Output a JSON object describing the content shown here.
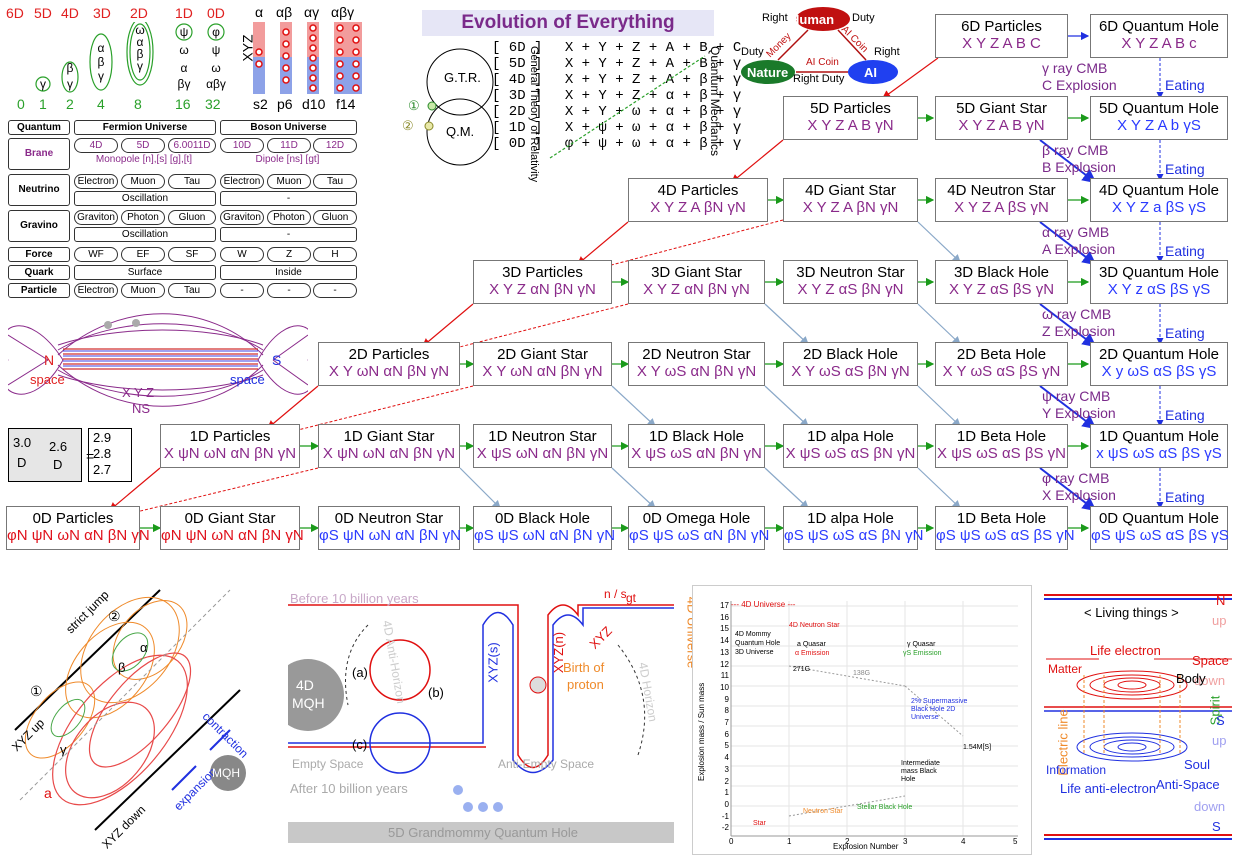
{
  "title": "Evolution of Everything",
  "dimensions": {
    "header": [
      "6D",
      "5D",
      "4D",
      "3D",
      "2D",
      "1D",
      "0D"
    ],
    "counts": [
      "0",
      "1",
      "2",
      "4",
      "8",
      "16",
      "32"
    ],
    "greek": [
      "α",
      "αβ",
      "αγ",
      "αβγ"
    ],
    "xyz": "XYZ",
    "orbitals": [
      "s2",
      "p6",
      "d10",
      "f14"
    ]
  },
  "venn": {
    "gtr": "G.T.R.",
    "qm": "Q.M.",
    "n1": "①",
    "n2": "②",
    "left_caption": "General Theory of Relativity",
    "right_caption": "Quantum Mechanics"
  },
  "equations": [
    {
      "d": "[ 6D ]",
      "e": "X + Y + Z + A + B + C"
    },
    {
      "d": "[ 5D ]",
      "e": "X + Y + Z + A + B + γ"
    },
    {
      "d": "[ 4D ]",
      "e": "X + Y + Z + A + β + γ"
    },
    {
      "d": "[ 3D ]",
      "e": "X + Y + Z + α + β + γ"
    },
    {
      "d": "[ 2D ]",
      "e": "X + Y + ω + α + β + γ"
    },
    {
      "d": "[ 1D ]",
      "e": "X + ψ + ω + α + β + γ"
    },
    {
      "d": "[ 0D ]",
      "e": "φ + ψ + ω + α + β + γ"
    }
  ],
  "hna": {
    "human": "Human",
    "nature": "Nature",
    "ai": "AI",
    "right1": "Right",
    "duty1": "Duty",
    "duty2": "Duty",
    "right2": "Right",
    "money": "Money",
    "aicoin1": "AI Coin",
    "aicoin2": "AI Coin",
    "rightduty": "Right Duty"
  },
  "table": {
    "heads": [
      "Quantum",
      "Fermion Universe",
      "Boson Universe"
    ],
    "rows": [
      {
        "label": "Brane",
        "f": [
          "4D",
          "5D",
          "6.0011D"
        ],
        "fsub": "Monopole [n],[s] [g],[t]",
        "b": [
          "10D",
          "11D",
          "12D"
        ],
        "bsub": "Dipole [ns] [gt]"
      },
      {
        "label": "Neutrino",
        "f": [
          "Electron",
          "Muon",
          "Tau"
        ],
        "fsub": "Oscillation",
        "b": [
          "Electron",
          "Muon",
          "Tau"
        ],
        "bsub": "-"
      },
      {
        "label": "Gravino",
        "f": [
          "Graviton",
          "Photon",
          "Gluon"
        ],
        "fsub": "Oscillation",
        "b": [
          "Graviton",
          "Photon",
          "Gluon"
        ],
        "bsub": "-"
      },
      {
        "label": "Force",
        "f": [
          "WF",
          "EF",
          "SF"
        ],
        "b": [
          "W",
          "Z",
          "H"
        ]
      },
      {
        "label": "Quark",
        "fsub": "Surface",
        "bsub": "Inside"
      },
      {
        "label": "Particle",
        "f": [
          "Electron",
          "Muon",
          "Tau"
        ],
        "b": [
          "-",
          "-",
          "-"
        ]
      }
    ]
  },
  "magnet": {
    "n": "N",
    "s": "S",
    "space_l": "space",
    "space_r": "space",
    "xyz": "X Y Z",
    "ns": "NS"
  },
  "dims_box": {
    "a": "3.0",
    "b": "D",
    "c": "2.6",
    "d": "D",
    "v1": "2.9",
    "v2": "2.8",
    "v3": "2.7",
    "eq": "="
  },
  "grid": {
    "cmb": [
      {
        "ray": "γ ray CMB",
        "exp": "C Explosion"
      },
      {
        "ray": "β ray CMB",
        "exp": "B Explosion"
      },
      {
        "ray": "α ray GMB",
        "exp": "A Explosion"
      },
      {
        "ray": "ω ray CMB",
        "exp": "Z Explosion"
      },
      {
        "ray": "ψ ray CMB",
        "exp": "Y Explosion"
      },
      {
        "ray": "φ ray CMB",
        "exp": "X Explosion"
      }
    ],
    "eating": "Eating",
    "rows": [
      [
        {
          "t": "6D Particles",
          "f": "X Y Z A B C"
        },
        {
          "t": "6D Quantum Hole",
          "f": "X Y Z A B c",
          "c": "blue"
        }
      ],
      [
        {
          "t": "5D Particles",
          "f": "X Y Z A B γN"
        },
        {
          "t": "5D Giant Star",
          "f": "X Y Z A B γN"
        },
        {
          "t": "5D Quantum Hole",
          "f": "X Y Z A b γS",
          "c": "blue"
        }
      ],
      [
        {
          "t": "4D Particles",
          "f": "X Y Z A βN γN"
        },
        {
          "t": "4D Giant Star",
          "f": "X Y Z A βN γN"
        },
        {
          "t": "4D Neutron Star",
          "f": "X Y Z A βS γN"
        },
        {
          "t": "4D Quantum Hole",
          "f": "X Y Z a βS γS",
          "c": "blue"
        }
      ],
      [
        {
          "t": "3D Particles",
          "f": "X Y Z αN βN γN"
        },
        {
          "t": "3D Giant Star",
          "f": "X Y Z αN βN γN"
        },
        {
          "t": "3D Neutron Star",
          "f": "X Y Z αS βN γN"
        },
        {
          "t": "3D Black Hole",
          "f": "X Y Z αS βS γN"
        },
        {
          "t": "3D Quantum Hole",
          "f": "X Y z αS βS γS",
          "c": "blue"
        }
      ],
      [
        {
          "t": "2D Particles",
          "f": "X Y ωN αN βN γN"
        },
        {
          "t": "2D Giant Star",
          "f": "X Y ωN αN βN γN"
        },
        {
          "t": "2D Neutron Star",
          "f": "X Y ωS αN βN γN"
        },
        {
          "t": "2D Black Hole",
          "f": "X Y ωS αS βN γN"
        },
        {
          "t": "2D Beta Hole",
          "f": "X Y ωS αS βS γN"
        },
        {
          "t": "2D Quantum Hole",
          "f": "X y ωS αS βS γS",
          "c": "blue"
        }
      ],
      [
        {
          "t": "1D Particles",
          "f": "X ψN ωN αN βN γN"
        },
        {
          "t": "1D Giant Star",
          "f": "X ψN ωN αN βN γN"
        },
        {
          "t": "1D Neutron Star",
          "f": "X ψS ωN αN βN γN"
        },
        {
          "t": "1D Black Hole",
          "f": "X ψS ωS αN βN γN"
        },
        {
          "t": "1D alpa Hole",
          "f": "X ψS ωS αS βN γN"
        },
        {
          "t": "1D Beta Hole",
          "f": "X ψS ωS αS βS γN"
        },
        {
          "t": "1D Quantum Hole",
          "f": "x ψS ωS αS βS γS",
          "c": "blue"
        }
      ],
      [
        {
          "t": "0D Particles",
          "f": "φN ψN ωN αN βN γN",
          "c": "red"
        },
        {
          "t": "0D Giant Star",
          "f": "φN ψN ωN αN βN γN",
          "c": "red"
        },
        {
          "t": "0D Neutron Star",
          "f": "φS ψN ωN αN βN γN"
        },
        {
          "t": "0D Black Hole",
          "f": "φS ψS ωN αN βN γN"
        },
        {
          "t": "0D Omega Hole",
          "f": "φS ψS ωS αN βN γN"
        },
        {
          "t": "1D alpa Hole",
          "f": "φS ψS ωS αS βN γN"
        },
        {
          "t": "1D Beta Hole",
          "f": "φS ψS ωS αS βS γN"
        },
        {
          "t": "0D Quantum Hole",
          "f": "φS ψS ωS αS βS γS",
          "c": "blue"
        }
      ]
    ]
  },
  "jump": {
    "strict": "strict jump",
    "n1": "①",
    "n2": "②",
    "xyzup": "XYZ up",
    "xyzdown": "XYZ down",
    "contraction": "contraction",
    "expansion": "expansion",
    "mqh": "MQH",
    "a": "a",
    "b": "β",
    "g": "γ",
    "al": "α"
  },
  "mqh_panel": {
    "before": "Before 10 billion years",
    "after": "After 10 billion years",
    "mqh4d": "4D",
    "mqh_l": "MQH",
    "empty": "Empty Space",
    "antiempty": "Anti-Empty Space",
    "grand": "5D Grandmommy Quantum Hole",
    "birth": "Birth of",
    "proton": "proton",
    "univ": "4D Universe",
    "antihorizon": "4D Anti-Horizon",
    "horizon": "4D Horizon",
    "xyzs": "XYZ(s)",
    "xyzn": "XYZ(n)",
    "xyz": "XYZ",
    "la": "(a)",
    "lb": "(b)",
    "lc": "(c)",
    "ns": "n / s",
    "gt": "gt"
  },
  "plot": {
    "title": "--- 4D Universe ---",
    "ylabel": "Explosion mass / Sun mass",
    "xlabel": "Explosion Number",
    "yticks": [
      "17",
      "16",
      "15",
      "14",
      "13",
      "12",
      "11",
      "10",
      "9",
      "8",
      "7",
      "6",
      "5",
      "4",
      "3",
      "2",
      "1",
      "0",
      "-1",
      "-2"
    ],
    "xticks": [
      "0",
      "1",
      "2",
      "3",
      "4",
      "5"
    ],
    "mommy": "4D Mommy Quantum Hole 3D Universe",
    "quasar1": "a Quasar",
    "quasar2": "γ Quasar",
    "nstar": "4D Neutron Star",
    "emis1": "α Emission",
    "emis2": "γS Emission",
    "g271": "271G",
    "g138": "138G",
    "super": "2% Supermassive Black Hole 2D Universe",
    "inter": "Intermediate mass Black Hole",
    "stellar": "Stellar Black Hole",
    "neutron": "Neutron Star",
    "star": "Star",
    "mlabel": "1.54M[S]"
  },
  "living": {
    "title": "< Living things >",
    "n": "N",
    "up1": "up",
    "space": "Space",
    "down1": "down",
    "life_e": "Life electron",
    "matter": "Matter",
    "body": "Body",
    "electric": "Electric line",
    "spirit": "Spirit",
    "s": "S",
    "up2": "up",
    "soul": "Soul",
    "info": "Information",
    "antispace": "Anti-Space",
    "life_ae": "Life anti-electron",
    "down2": "down",
    "s2": "S"
  }
}
